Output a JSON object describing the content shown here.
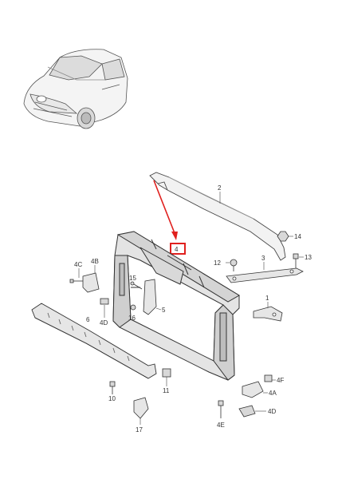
{
  "highlight_color": "#e0201e",
  "parts": {
    "p1": {
      "label": "1"
    },
    "p2": {
      "label": "2"
    },
    "p3": {
      "label": "3"
    },
    "p4": {
      "label": "4"
    },
    "p4A": {
      "label": "4A"
    },
    "p4B": {
      "label": "4B"
    },
    "p4C": {
      "label": "4C"
    },
    "p4D_left": {
      "label": "4D"
    },
    "p4D_right": {
      "label": "4D"
    },
    "p4E": {
      "label": "4E"
    },
    "p4F": {
      "label": "4F"
    },
    "p5": {
      "label": "5"
    },
    "p6": {
      "label": "6"
    },
    "p10": {
      "label": "10"
    },
    "p11": {
      "label": "11"
    },
    "p12": {
      "label": "12"
    },
    "p13": {
      "label": "13"
    },
    "p14": {
      "label": "14"
    },
    "p15": {
      "label": "15"
    },
    "p16": {
      "label": "16"
    },
    "p17": {
      "label": "17"
    }
  }
}
